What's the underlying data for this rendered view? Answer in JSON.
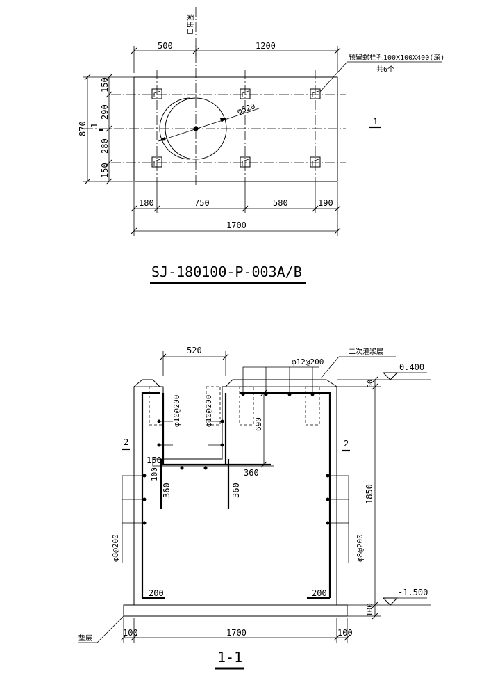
{
  "plan": {
    "pump_outlet_label": "泵出口",
    "bolt_hole_note_line1": "预留螺栓孔100X100X400(深)",
    "bolt_hole_note_line2": "共6个",
    "diameter_label": "φ520",
    "section_mark_left": "1",
    "section_mark_right": "1",
    "dims_top": [
      "500",
      "1200"
    ],
    "dims_left": [
      "150",
      "290",
      "280",
      "150"
    ],
    "dim_total_height": "870",
    "dims_bottom": [
      "180",
      "750",
      "580",
      "190"
    ],
    "dim_total_width": "1700",
    "drawing_title": "SJ-180100-P-003A/B"
  },
  "section": {
    "dim_opening": "520",
    "rebar_top": "φ12@200",
    "grout_layer_label": "二次灌浆层",
    "elev_top": "0.400",
    "elev_bottom": "-1.500",
    "dim_grout": "50",
    "dim_height": "1850",
    "dim_cushion": "100",
    "rebar_left_inner": "φ10@200",
    "rebar_right_inner": "φ10@200",
    "dim_690": "690",
    "dim_150": "150",
    "dim_100": "100",
    "dim_360_a": "360",
    "dim_360_b": "360",
    "dim_360_c": "360",
    "rebar_left_wall": "φ8@200",
    "rebar_right_wall": "φ8@200",
    "dim_200_left": "200",
    "dim_200_right": "200",
    "section_mark_left": "2",
    "section_mark_right": "2",
    "cushion_label": "垫层",
    "dims_bottom": [
      "100",
      "1700",
      "100"
    ],
    "section_title": "1-1"
  }
}
